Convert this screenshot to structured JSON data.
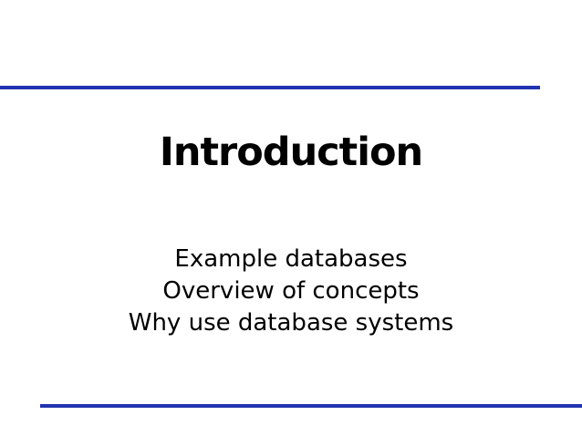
{
  "slide": {
    "title": "Introduction",
    "bullets": [
      "Example databases",
      "Overview of concepts",
      "Why use database systems"
    ],
    "colors": {
      "rule_blue": "#2033b0",
      "text": "#000000",
      "background": "#ffffff"
    }
  }
}
